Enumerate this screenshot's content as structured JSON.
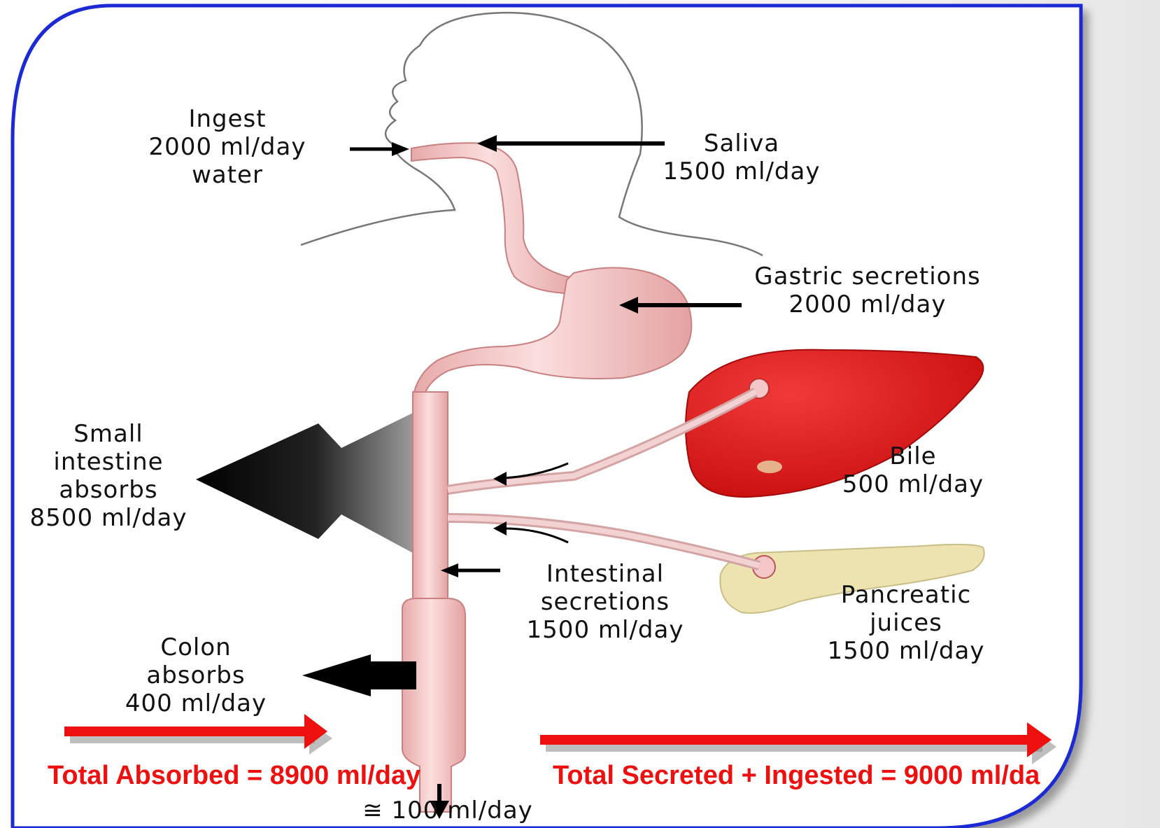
{
  "ingest": {
    "line1": "Ingest",
    "line2": "2000 ml/day",
    "line3": "water"
  },
  "saliva": {
    "line1": "Saliva",
    "line2": "1500 ml/day"
  },
  "gastric": {
    "line1": "Gastric secretions",
    "line2": "2000 ml/day"
  },
  "bile": {
    "line1": "Bile",
    "line2": "500 ml/day"
  },
  "small_intestine": {
    "line1": "Small",
    "line2": "intestine",
    "line3": "absorbs",
    "line4": "8500 ml/day"
  },
  "intestinal": {
    "line1": "Intestinal",
    "line2": "secretions",
    "line3": "1500 ml/day"
  },
  "pancreatic": {
    "line1": "Pancreatic",
    "line2": "juices",
    "line3": "1500 ml/day"
  },
  "colon": {
    "line1": "Colon",
    "line2": "absorbs",
    "line3": "400 ml/day"
  },
  "excreted": "≅ 100 ml/day",
  "totals": {
    "absorbed": "Total Absorbed = 8900 ml/day",
    "secreted": "Total Secreted + Ingested = 9000 ml/da"
  },
  "colors": {
    "frame": "#1a2bd6",
    "tract": "#f2c4c4",
    "liver": "#e01818",
    "pancreas": "#ede3b0",
    "total_text": "#ee0f0f"
  }
}
